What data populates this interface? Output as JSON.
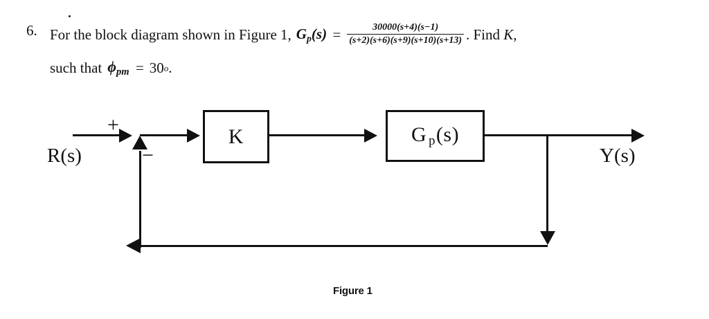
{
  "problem": {
    "number": "6.",
    "text_before_formula": "For the block diagram shown in Figure 1,",
    "gp_symbol_base": "G",
    "gp_symbol_sub": "p",
    "gp_symbol_arg": "(s)",
    "equals": "=",
    "formula_numerator": "30000(s+4)(s−1)",
    "formula_denominator": "(s+2)(s+6)(s+9)(s+10)(s+13)",
    "text_after_formula": ". Find K,",
    "find_symbol": "K",
    "line2_prefix": "such that",
    "phi_symbol": "ϕ",
    "phi_sub": "pm",
    "line2_equals": "=",
    "line2_value": "30",
    "line2_degree": "o",
    "line2_period": "."
  },
  "diagram": {
    "input_label": "R(s)",
    "output_label": "Y(s)",
    "sum_plus": "+",
    "sum_minus": "−",
    "block_k_label": "K",
    "block_gp_base": "G",
    "block_gp_sub": "p",
    "block_gp_arg": "(s)",
    "caption": "Figure 1"
  },
  "colors": {
    "ink": "#111111",
    "background": "#ffffff"
  }
}
